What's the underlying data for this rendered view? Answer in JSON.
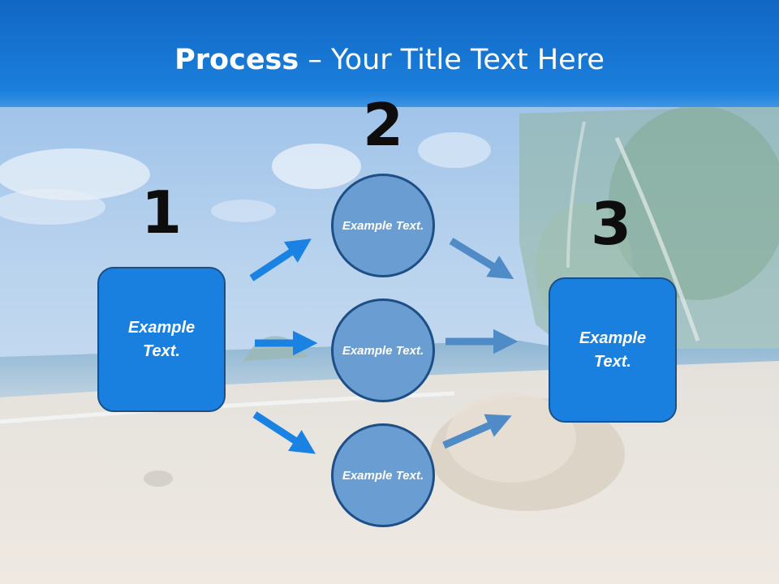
{
  "title": {
    "strong": "Process",
    "rest": " – Your Title Text Here"
  },
  "steps": [
    {
      "number": "1",
      "text": "Example Text."
    },
    {
      "number": "2",
      "text": "Example Text."
    },
    {
      "number": "3",
      "text": "Example Text."
    }
  ],
  "circles": [
    {
      "text": "Example Text."
    },
    {
      "text": "Example Text."
    },
    {
      "text": "Example Text."
    }
  ],
  "colors": {
    "title_bar": "#1a7ad8",
    "box_fill": "#1a80e0",
    "circle_fill": "#6a9ed2",
    "arrow_bright": "#1a82e2",
    "arrow_muted": "#4f8bc7"
  }
}
